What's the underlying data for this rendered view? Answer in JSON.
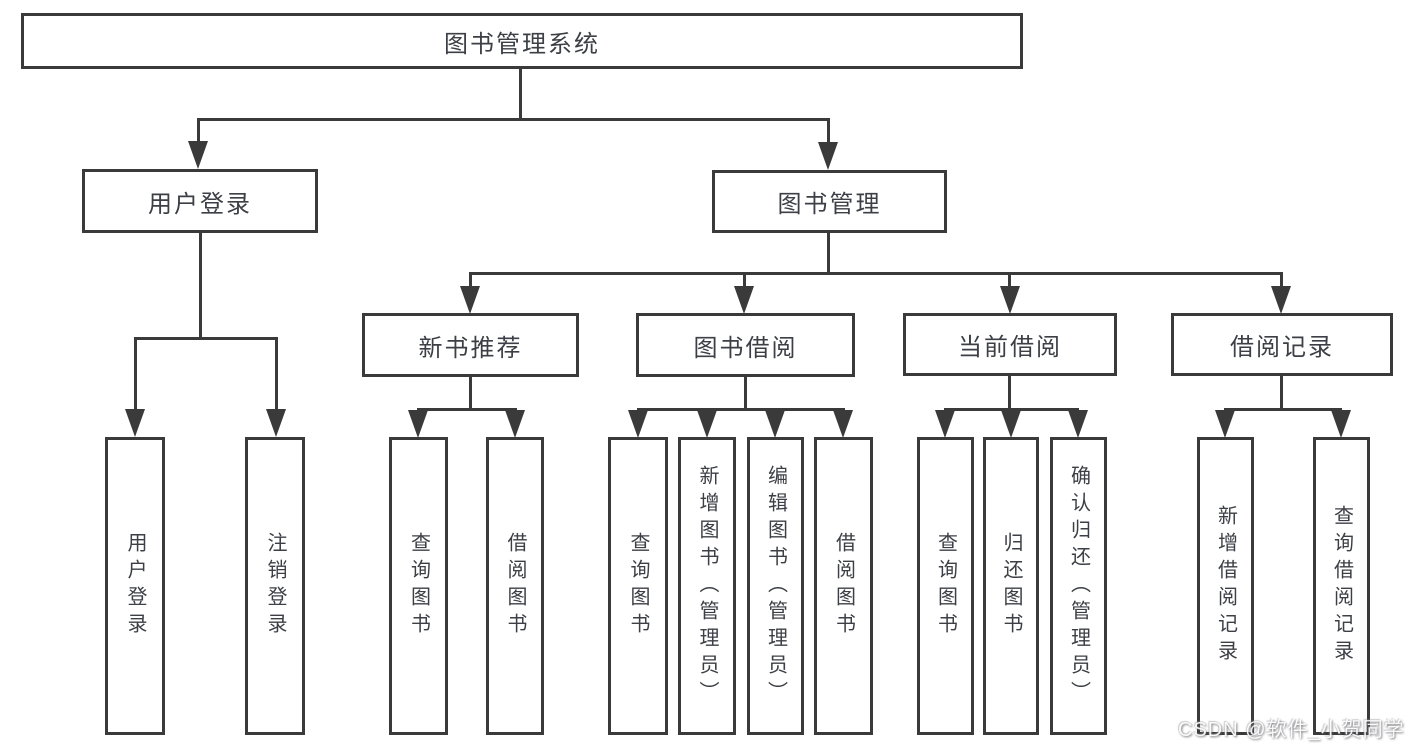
{
  "tree": {
    "root": "图书管理系统",
    "branches": [
      {
        "label": "用户登录",
        "children": [
          "用户登录",
          "注销登录"
        ]
      },
      {
        "label": "图书管理",
        "children": [
          {
            "label": "新书推荐",
            "children": [
              "查询图书",
              "借阅图书"
            ]
          },
          {
            "label": "图书借阅",
            "children": [
              "查询图书",
              "新增图书（管理员）",
              "编辑图书（管理员）",
              "借阅图书"
            ]
          },
          {
            "label": "当前借阅",
            "children": [
              "查询图书",
              "归还图书",
              "确认归还（管理员）"
            ]
          },
          {
            "label": "借阅记录",
            "children": [
              "新增借阅记录",
              "查询借阅记录"
            ]
          }
        ]
      }
    ]
  },
  "watermark": {
    "text": "CSDN @软件_小贺同学"
  },
  "colors": {
    "line": "#3a3a3a",
    "text": "#3c3f45",
    "background": "#ffffff"
  }
}
